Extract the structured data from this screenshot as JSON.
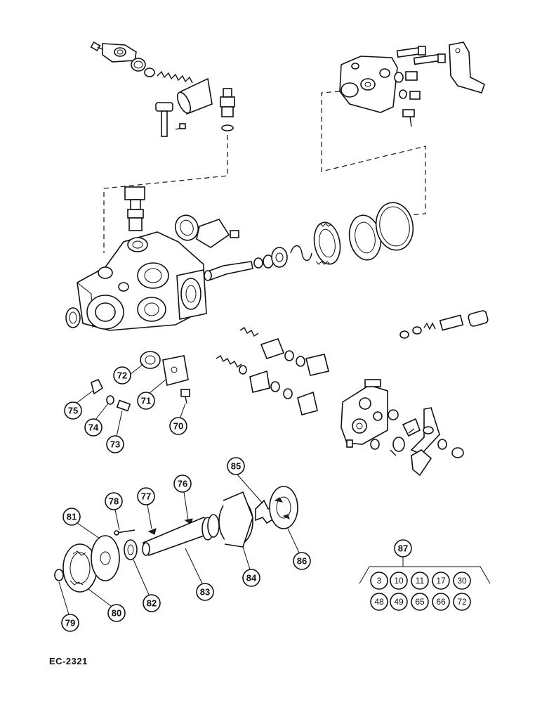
{
  "figure_code": "EC-2321",
  "callouts": {
    "c70": "70",
    "c71": "71",
    "c72": "72",
    "c73": "73",
    "c74": "74",
    "c75": "75",
    "c76": "76",
    "c77": "77",
    "c78": "78",
    "c79": "79",
    "c80": "80",
    "c81": "81",
    "c82": "82",
    "c83": "83",
    "c84": "84",
    "c85": "85",
    "c86": "86",
    "c87": "87"
  },
  "kit": {
    "row1": [
      "3",
      "10",
      "11",
      "17",
      "30"
    ],
    "row2": [
      "48",
      "49",
      "65",
      "66",
      "72"
    ]
  }
}
